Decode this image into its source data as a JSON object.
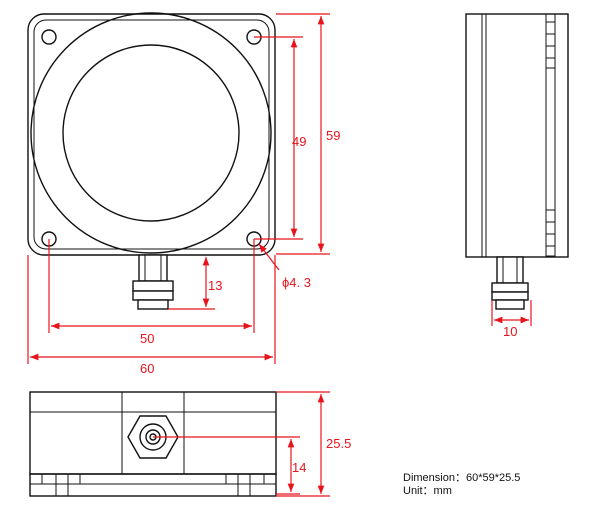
{
  "colors": {
    "dimension": "#e8141c",
    "outline": "#111111"
  },
  "dimensions": {
    "hole_spacing_vertical": "49",
    "height": "59",
    "hole_diameter": "ϕ4. 3",
    "connector_offset": "13",
    "hole_spacing_horizontal": "50",
    "width": "60",
    "connector_width": "10",
    "depth": "25.5",
    "connector_height": "14"
  },
  "notes": {
    "dimension_line": "Dimension：60*59*25.5",
    "unit_line": "Unit：mm"
  }
}
